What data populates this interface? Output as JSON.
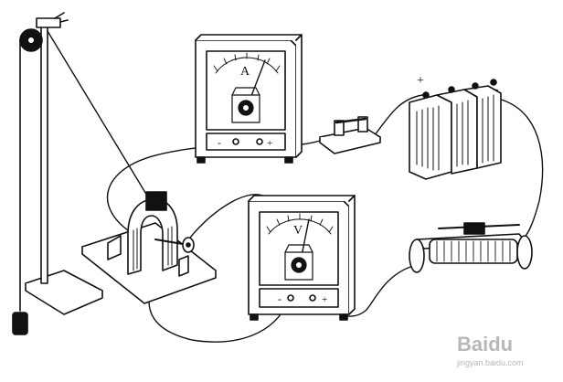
{
  "ammeter": {
    "dial_symbol": "A",
    "terminal_minus": "-",
    "terminal_plus": "+"
  },
  "voltmeter": {
    "dial_symbol": "V",
    "terminal_minus": "-",
    "terminal_plus": "+"
  },
  "battery": {
    "terminal_plus": "+",
    "terminal_minus": "-"
  },
  "watermark": {
    "brand": "Baidu",
    "sub": "jingyan.baidu.com"
  },
  "colors": {
    "ink": "#111111",
    "background": "#ffffff",
    "watermark": "#b8b8b8"
  }
}
